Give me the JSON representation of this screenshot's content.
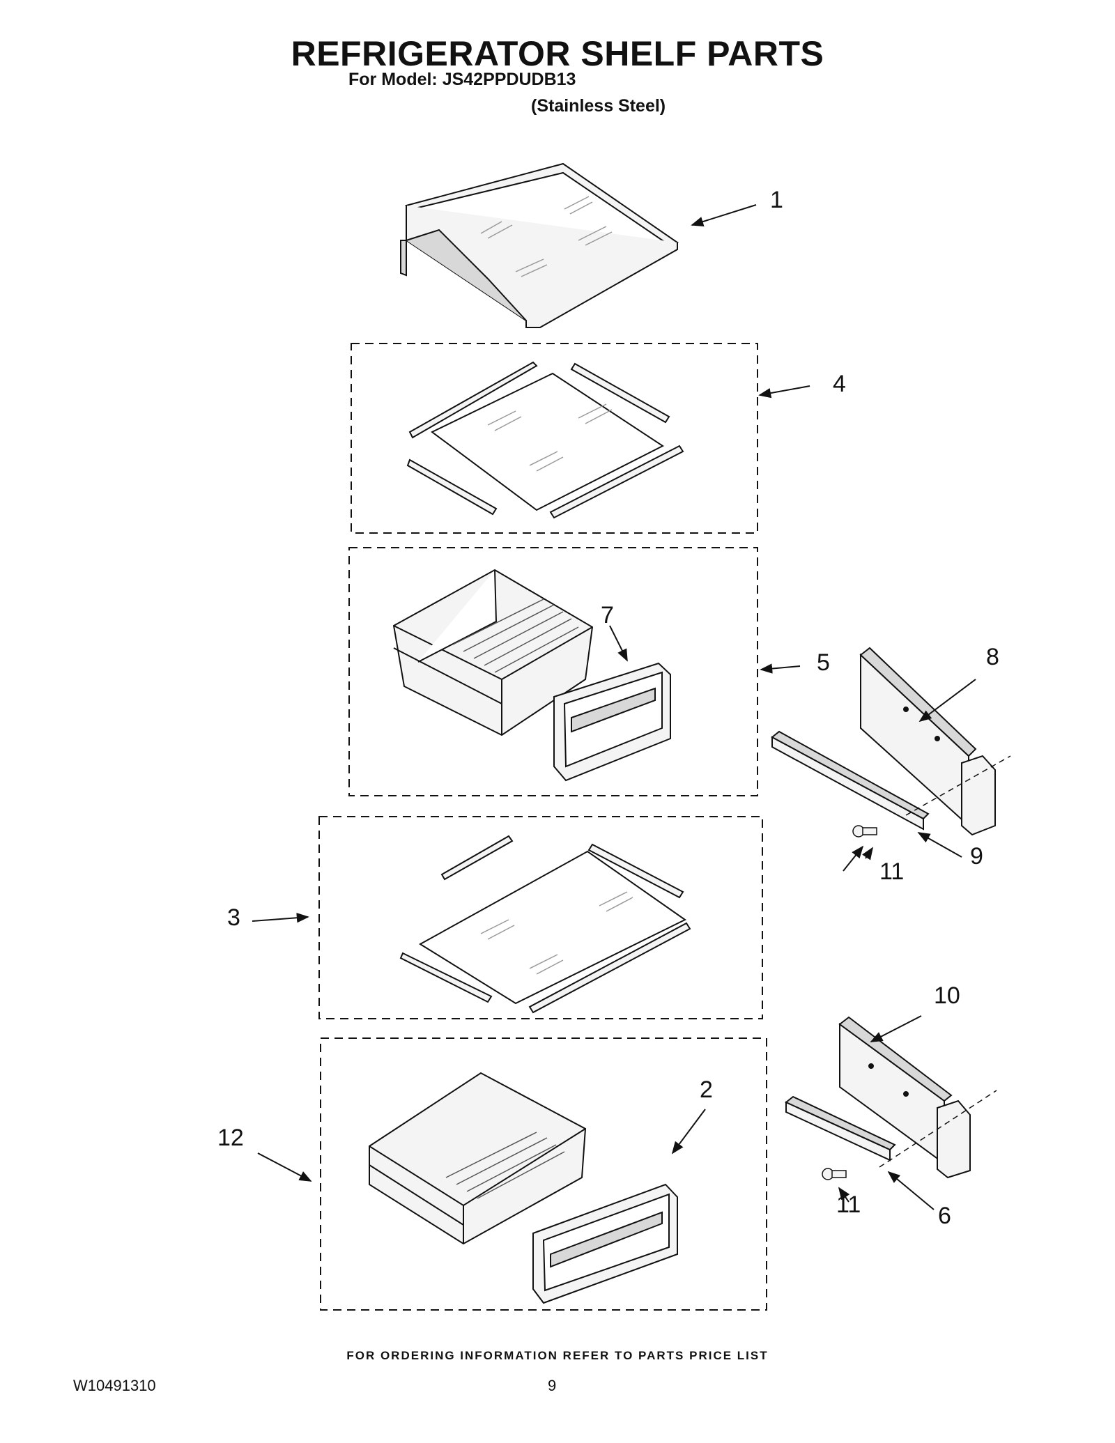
{
  "header": {
    "title": "REFRIGERATOR SHELF PARTS",
    "model": "For Model: JS42PPDUDB13",
    "finish": "(Stainless Steel)"
  },
  "callouts": {
    "c1": "1",
    "c2": "2",
    "c3": "3",
    "c4": "4",
    "c5": "5",
    "c6": "6",
    "c7": "7",
    "c8": "8",
    "c9": "9",
    "c10": "10",
    "c11a": "11",
    "c11b": "11",
    "c12": "12"
  },
  "footer": {
    "ordering": "FOR ORDERING INFORMATION REFER TO PARTS PRICE LIST",
    "doc_number": "W10491310",
    "page_number": "9"
  },
  "colors": {
    "ink": "#111111",
    "fill": "#f4f4f4",
    "shade": "#d8d8d8"
  }
}
